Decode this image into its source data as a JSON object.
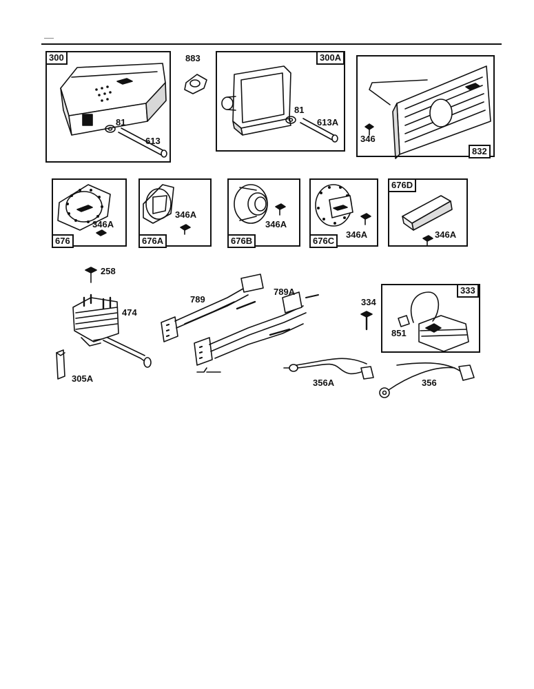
{
  "boxes": {
    "b300": "300",
    "b300a": "300A",
    "b832": "832",
    "b676": "676",
    "b676a": "676A",
    "b676b": "676B",
    "b676c": "676C",
    "b676d": "676D",
    "b333": "333"
  },
  "labels": {
    "l883": "883",
    "l81a": "81",
    "l613": "613",
    "l81b": "81",
    "l613a": "613A",
    "l346": "346",
    "l346a_1": "346A",
    "l346a_2": "346A",
    "l346a_3": "346A",
    "l346a_4": "346A",
    "l346a_5": "346A",
    "l258": "258",
    "l474": "474",
    "l305a": "305A",
    "l789": "789",
    "l789a": "789A",
    "l334": "334",
    "l851": "851",
    "l356a": "356A",
    "l356": "356"
  }
}
